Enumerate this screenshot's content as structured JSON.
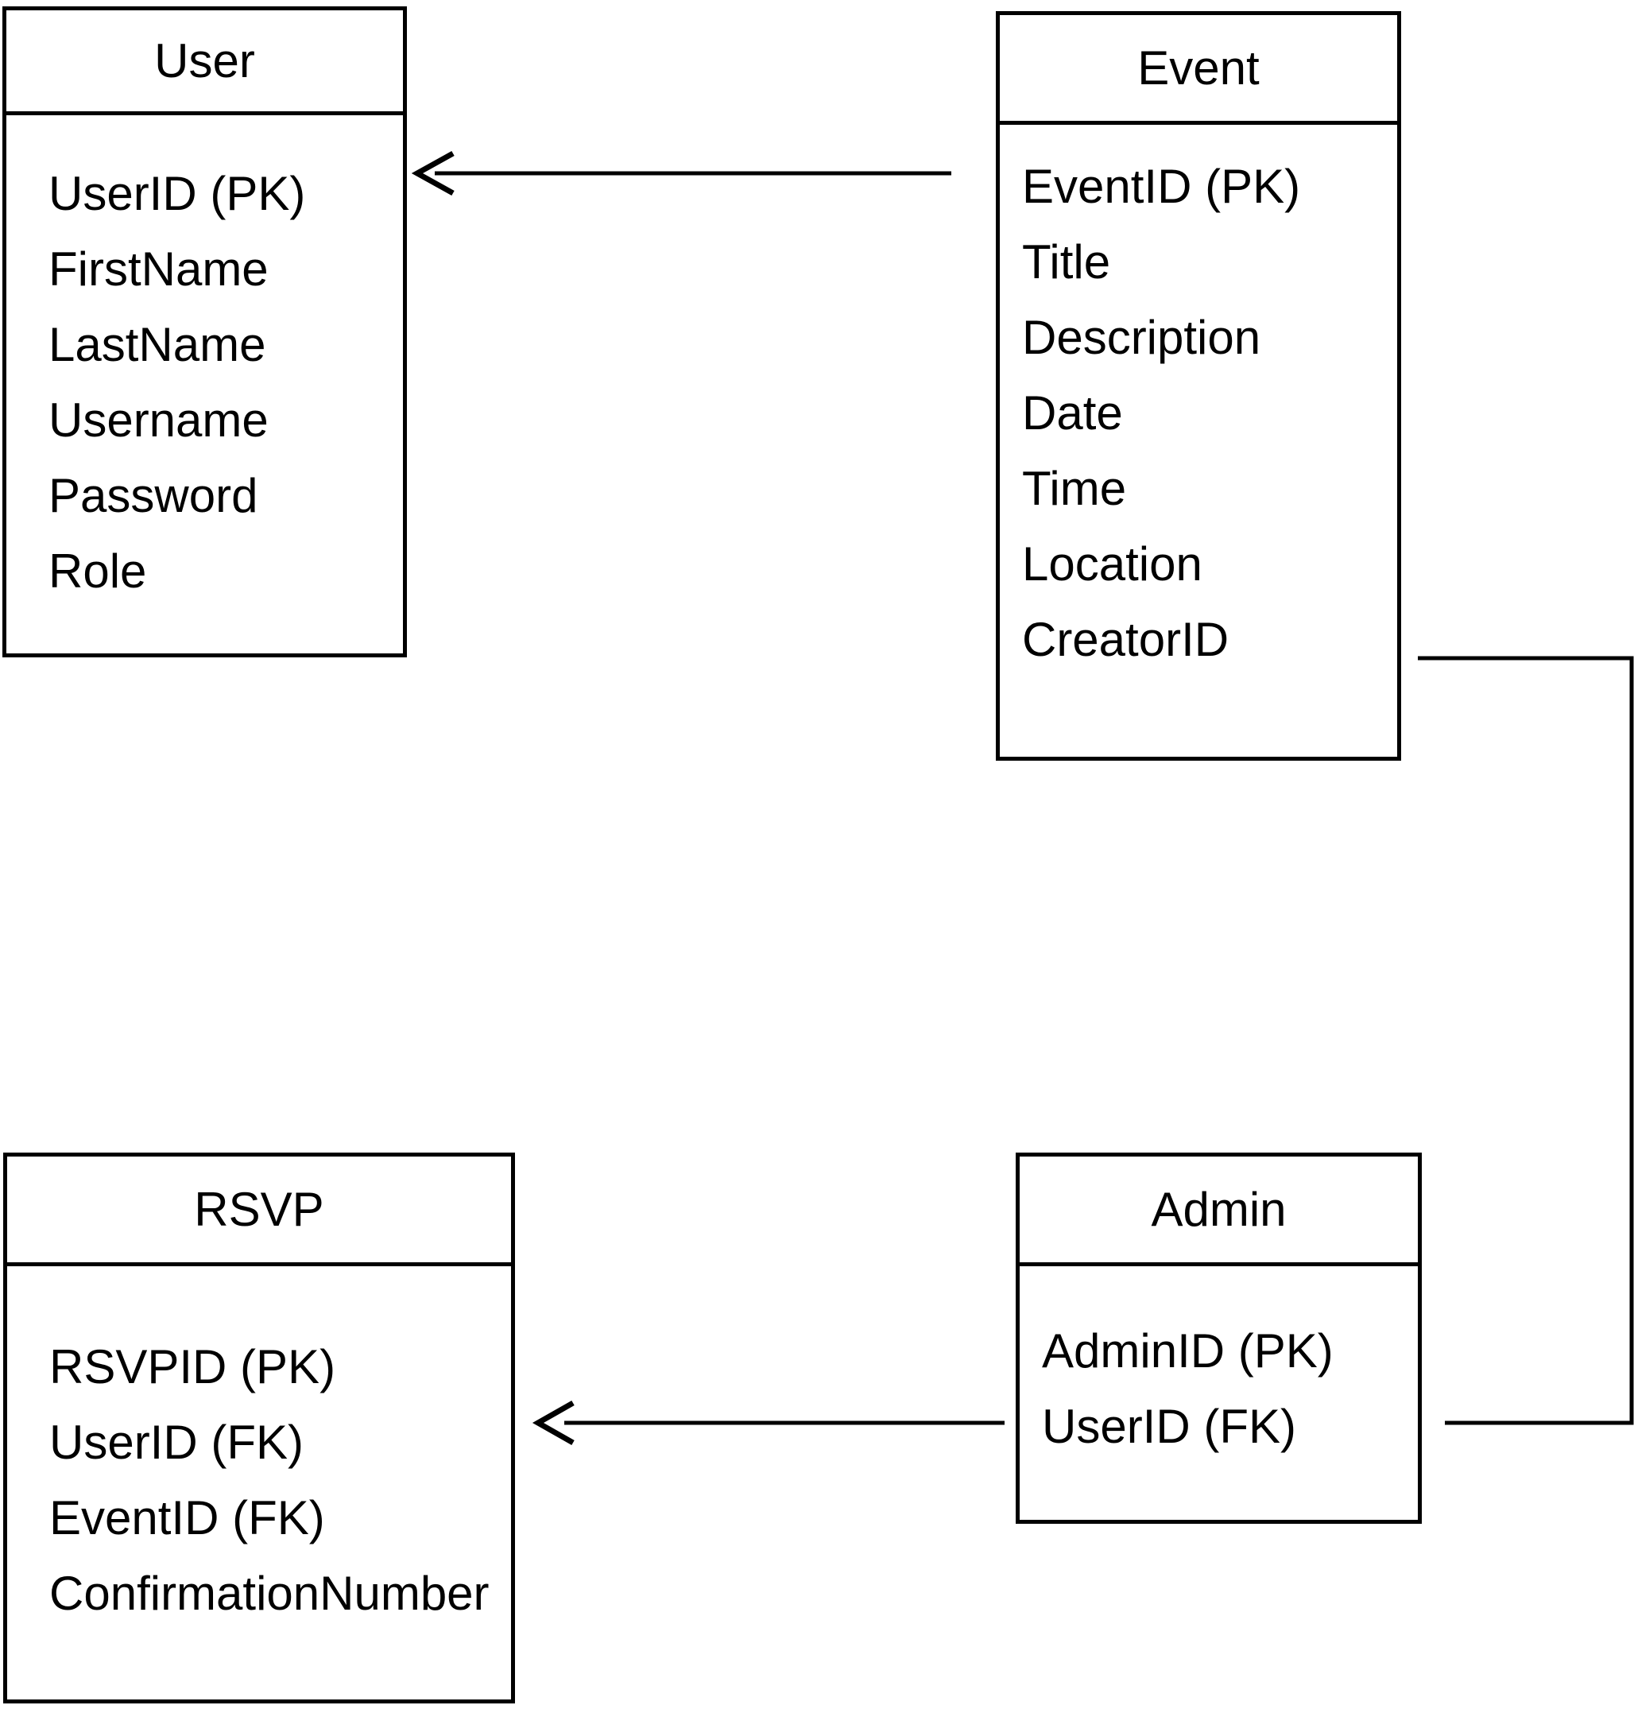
{
  "diagram": {
    "colors": {
      "line": "#000000",
      "background": "#ffffff",
      "text": "#000000"
    },
    "tables": [
      {
        "name": "User",
        "fields": [
          "UserID (PK)",
          "FirstName",
          "LastName",
          "Username",
          "Password",
          "Role"
        ]
      },
      {
        "name": "Event",
        "fields": [
          "EventID (PK)",
          "Title",
          "Description",
          "Date",
          "Time",
          "Location",
          "CreatorID"
        ]
      },
      {
        "name": "RSVP",
        "fields": [
          "RSVPID (PK)",
          "UserID (FK)",
          "EventID (FK)",
          "ConfirmationNumber"
        ]
      },
      {
        "name": "Admin",
        "fields": [
          "AdminID (PK)",
          "UserID (FK)"
        ]
      }
    ],
    "relationships": [
      {
        "from": "Event",
        "to": "User",
        "style": "arrow",
        "note": "Event points to User (UserID PK)"
      },
      {
        "from": "Event",
        "to": "Admin",
        "style": "elbow",
        "note": "Event CreatorID routes right and down to Admin"
      },
      {
        "from": "Admin",
        "to": "RSVP",
        "style": "arrow",
        "note": "Admin UserID FK points to RSVP"
      }
    ]
  }
}
